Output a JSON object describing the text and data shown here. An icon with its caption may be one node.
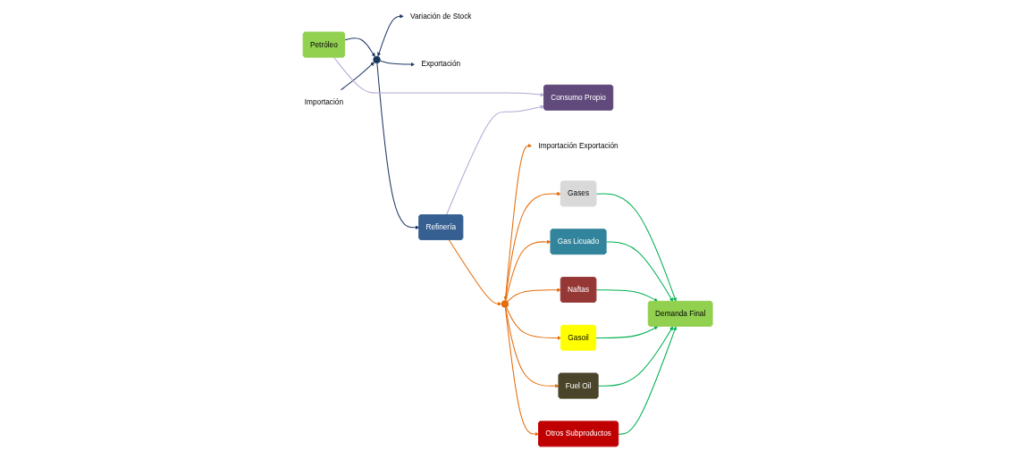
{
  "diagram": {
    "nodes": [
      {
        "text": [
          "Petróleo"
        ]
      },
      {
        "text": [
          "Importación"
        ]
      },
      {
        "text": [
          "Variación de Stock"
        ]
      },
      {
        "text": [
          "Exportación"
        ]
      },
      {
        "text": [],
        "shape": "circle"
      },
      {
        "text": [
          "Refinería"
        ]
      },
      {
        "text": [
          "Consumo Propio"
        ]
      },
      {
        "text": [],
        "shape": "circle"
      },
      {
        "text": [
          "Importación Exportación"
        ]
      },
      {
        "text": [
          "Gases"
        ]
      },
      {
        "text": [
          "Gas Licuado"
        ]
      },
      {
        "text": [
          "Naftas"
        ]
      },
      {
        "text": [
          "Gasoil"
        ]
      },
      {
        "text": [
          "Fuel Oil"
        ]
      },
      {
        "text": [
          "Otros Subproductos"
        ]
      },
      {
        "text": [
          "Demanda Final"
        ]
      }
    ],
    "edges": [
      {
        "from": 0,
        "to": 4,
        "arrow": "to",
        "color": "#1f3864"
      },
      {
        "from": 1,
        "to": 4,
        "arrow": "to",
        "color": "#1f3864"
      },
      {
        "from": 4,
        "to": 2,
        "arrow": "both",
        "color": "#1f3864"
      },
      {
        "from": 4,
        "to": 3,
        "arrow": "to",
        "color": "#1f3864"
      },
      {
        "from": 4,
        "to": 5,
        "arrow": "to",
        "color": "#1f3864"
      },
      {
        "from": 0,
        "to": 6,
        "arrow": "to",
        "color": "#b4a7d6"
      },
      {
        "from": 5,
        "to": 6,
        "arrow": "to",
        "color": "#b4a7d6"
      },
      {
        "from": 5,
        "to": 7,
        "arrow": "to",
        "color": "#e46c0a"
      },
      {
        "from": 7,
        "to": 8,
        "arrow": "both",
        "color": "#e46c0a"
      },
      {
        "from": 7,
        "to": 9,
        "arrow": "to",
        "color": "#e46c0a"
      },
      {
        "from": 7,
        "to": 10,
        "arrow": "to",
        "color": "#e46c0a"
      },
      {
        "from": 7,
        "to": 11,
        "arrow": "to",
        "color": "#e46c0a"
      },
      {
        "from": 7,
        "to": 12,
        "arrow": "to",
        "color": "#e46c0a"
      },
      {
        "from": 7,
        "to": 13,
        "arrow": "to",
        "color": "#e46c0a"
      },
      {
        "from": 7,
        "to": 14,
        "arrow": "to",
        "color": "#e46c0a"
      },
      {
        "from": 9,
        "to": 15,
        "arrow": "to",
        "color": "#00b050"
      },
      {
        "from": 10,
        "to": 15,
        "arrow": "to",
        "color": "#00b050"
      },
      {
        "from": 11,
        "to": 15,
        "arrow": "to",
        "color": "#00b050"
      },
      {
        "from": 12,
        "to": 15,
        "arrow": "to",
        "color": "#00b050"
      },
      {
        "from": 13,
        "to": 15,
        "arrow": "to",
        "color": "#00b050"
      },
      {
        "from": 14,
        "to": 15,
        "arrow": "to",
        "color": "#00b050"
      }
    ]
  }
}
